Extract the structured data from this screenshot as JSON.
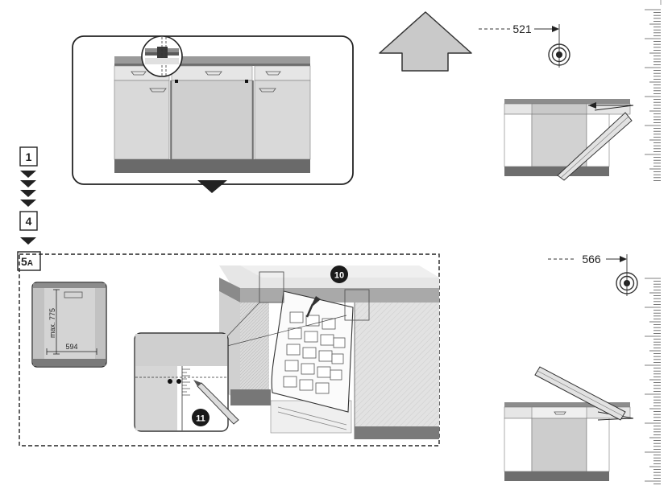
{
  "steps": {
    "first": "1",
    "second": "4",
    "third_number": "5",
    "third_suffix": "A"
  },
  "dimensions": {
    "top_mark": "521",
    "bottom_mark": "566",
    "max_height": "max. 775",
    "width": "594"
  },
  "callouts": {
    "step_10": "10",
    "step_11": "11"
  },
  "colors": {
    "panel_gray": "#c8c8c8",
    "light_gray": "#e4e4e4",
    "dark_gray": "#6e6e6e",
    "line": "#333333"
  },
  "icons": [
    "up-arrow-icon",
    "target-mark-icon",
    "pencil-icon",
    "arrow-down-icon"
  ]
}
